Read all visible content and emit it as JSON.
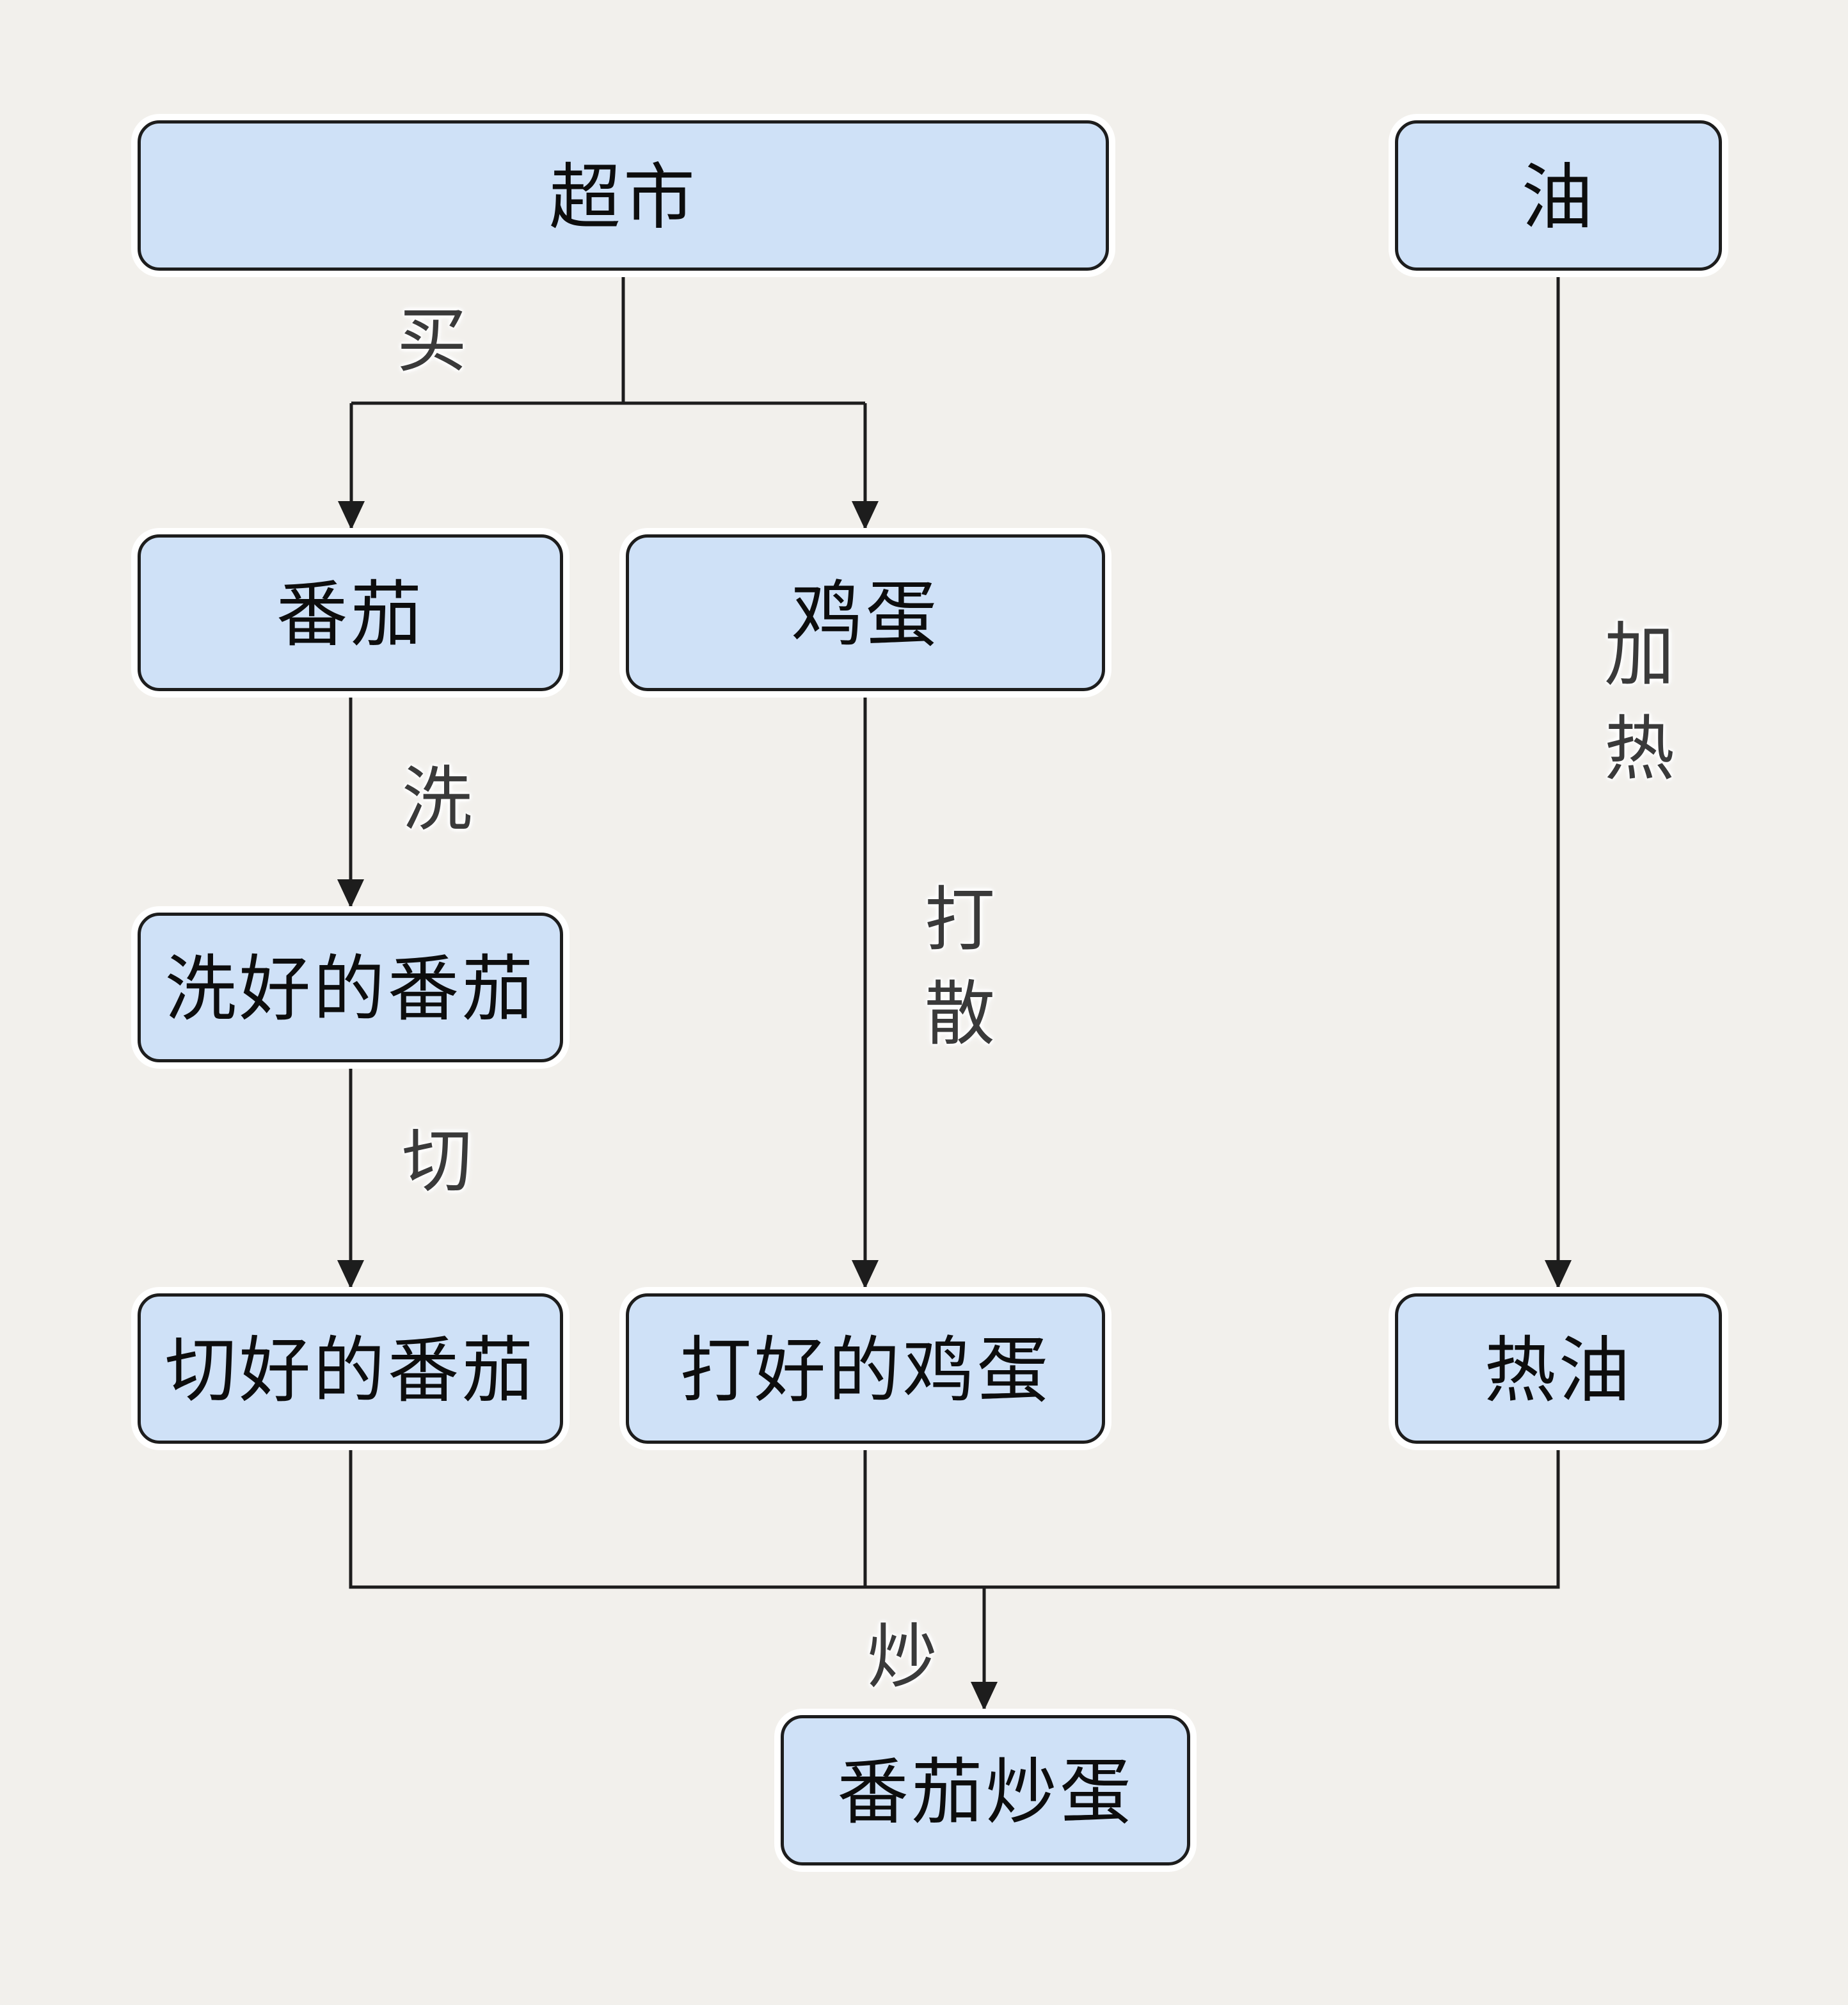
{
  "diagram": {
    "type": "flowchart",
    "direction": "top-down",
    "background_color": "#f2f0ec",
    "node_fill_color": "#cfe1f7",
    "node_border_color": "#1d1d1d",
    "node_text_color": "#0d0d0d",
    "edge_color": "#1d1d1d",
    "edge_label_color": "#3a3a3a",
    "nodes": [
      {
        "id": "supermarket",
        "label": "超市"
      },
      {
        "id": "oil",
        "label": "油"
      },
      {
        "id": "tomato",
        "label": "番茄"
      },
      {
        "id": "egg",
        "label": "鸡蛋"
      },
      {
        "id": "washed-tomato",
        "label": "洗好的番茄"
      },
      {
        "id": "cut-tomato",
        "label": "切好的番茄"
      },
      {
        "id": "beaten-egg",
        "label": "打好的鸡蛋"
      },
      {
        "id": "hot-oil",
        "label": "热油"
      },
      {
        "id": "tomato-egg-dish",
        "label": "番茄炒蛋"
      }
    ],
    "edges": [
      {
        "from": "supermarket",
        "to": "tomato, egg",
        "label": "买"
      },
      {
        "from": "tomato",
        "to": "washed-tomato",
        "label": "洗"
      },
      {
        "from": "washed-tomato",
        "to": "cut-tomato",
        "label": "切"
      },
      {
        "from": "egg",
        "to": "beaten-egg",
        "label": "打散"
      },
      {
        "from": "oil",
        "to": "hot-oil",
        "label": "加热"
      },
      {
        "from": "cut-tomato, beaten-egg, hot-oil",
        "to": "tomato-egg-dish",
        "label": "炒"
      }
    ]
  }
}
